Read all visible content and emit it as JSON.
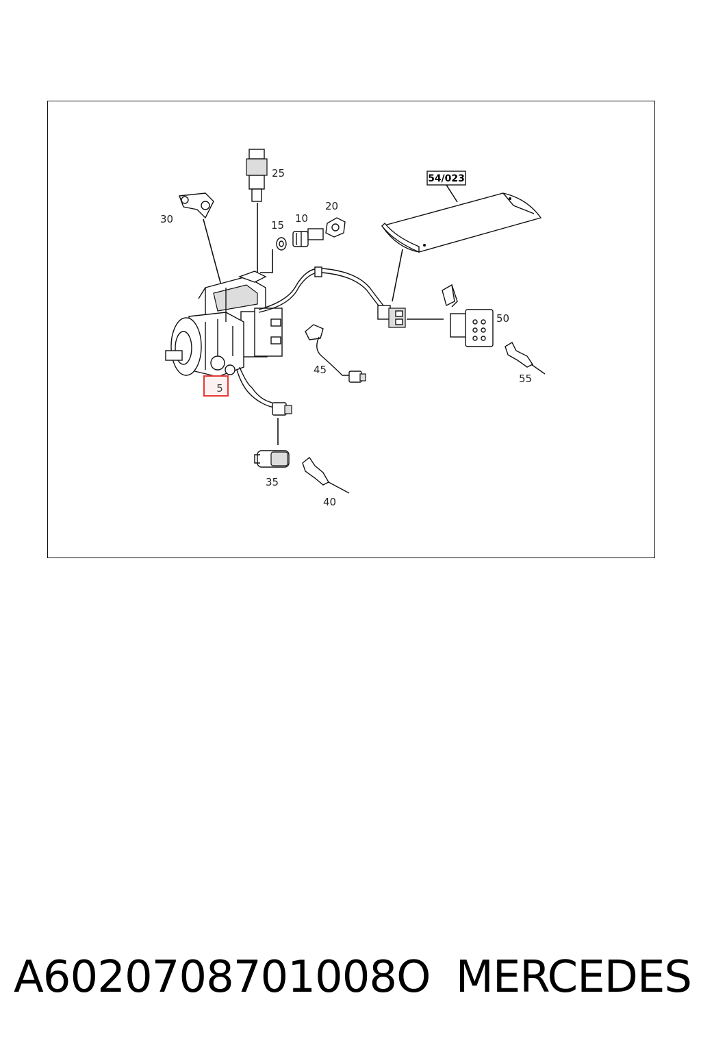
{
  "diagram": {
    "ref_box": "54/023",
    "highlighted_callout": "5",
    "callouts": [
      "25",
      "30",
      "15",
      "10",
      "20",
      "50",
      "45",
      "55",
      "35",
      "40"
    ],
    "highlight_color": "#e53935"
  },
  "footer": {
    "part_number": "A6020708701008O",
    "brand": "MERCEDES"
  }
}
